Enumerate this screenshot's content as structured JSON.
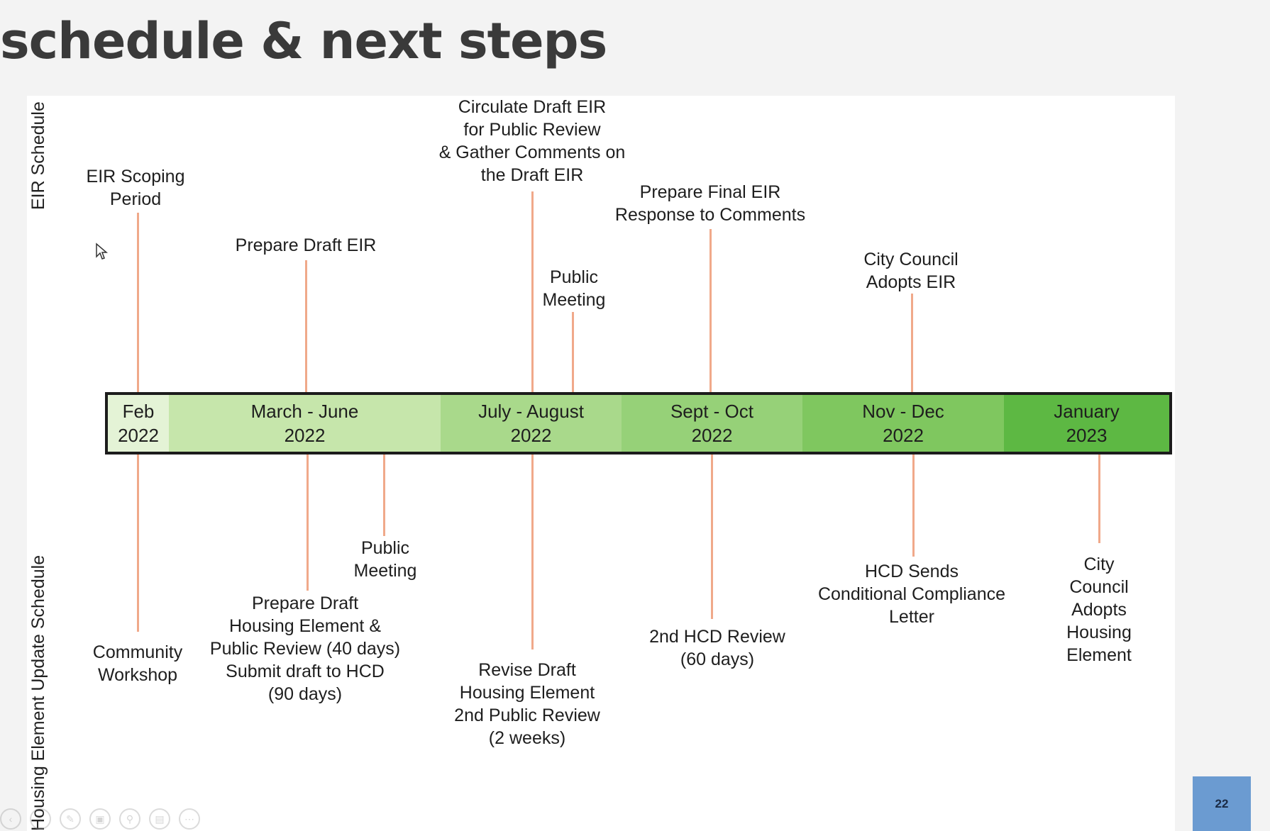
{
  "slide": {
    "title": "schedule & next steps",
    "page_number": "22"
  },
  "sections": {
    "top": "EIR Schedule",
    "bottom": "Housing Element Update  Schedule"
  },
  "periods": [
    {
      "label": "Feb\n2022",
      "color": "#e4f3d6"
    },
    {
      "label": "March - June\n2022",
      "color": "#c6e6ab"
    },
    {
      "label": "July - August\n2022",
      "color": "#a9d98b"
    },
    {
      "label": "Sept - Oct\n2022",
      "color": "#96d178"
    },
    {
      "label": "Nov - Dec\n2022",
      "color": "#7fc75f"
    },
    {
      "label": "January\n2023",
      "color": "#5db843"
    }
  ],
  "eir_milestones": [
    {
      "text": "EIR Scoping\nPeriod"
    },
    {
      "text": "Prepare Draft EIR"
    },
    {
      "text": "Circulate Draft EIR\nfor Public Review\n& Gather Comments on\nthe Draft EIR"
    },
    {
      "text": "Public\nMeeting"
    },
    {
      "text": "Prepare Final EIR\nResponse to Comments"
    },
    {
      "text": "City Council\nAdopts EIR"
    }
  ],
  "housing_milestones": [
    {
      "text": "Community\nWorkshop"
    },
    {
      "text": "Prepare Draft\nHousing Element &\nPublic Review (40 days)\nSubmit draft to HCD\n(90 days)"
    },
    {
      "text": "Public\nMeeting"
    },
    {
      "text": "Revise Draft\nHousing Element\n2nd Public Review\n(2 weeks)"
    },
    {
      "text": "2nd HCD Review\n(60 days)"
    },
    {
      "text": "HCD Sends\nConditional Compliance\nLetter"
    },
    {
      "text": "City Council\nAdopts\nHousing Element"
    }
  ],
  "colors": {
    "connector": "#f0a98a",
    "page_badge": "#6b9bd1"
  },
  "toolbar": {
    "icons": [
      "prev-icon",
      "next-icon",
      "pen-icon",
      "slides-icon",
      "zoom-icon",
      "subtitles-icon",
      "more-icon"
    ]
  }
}
